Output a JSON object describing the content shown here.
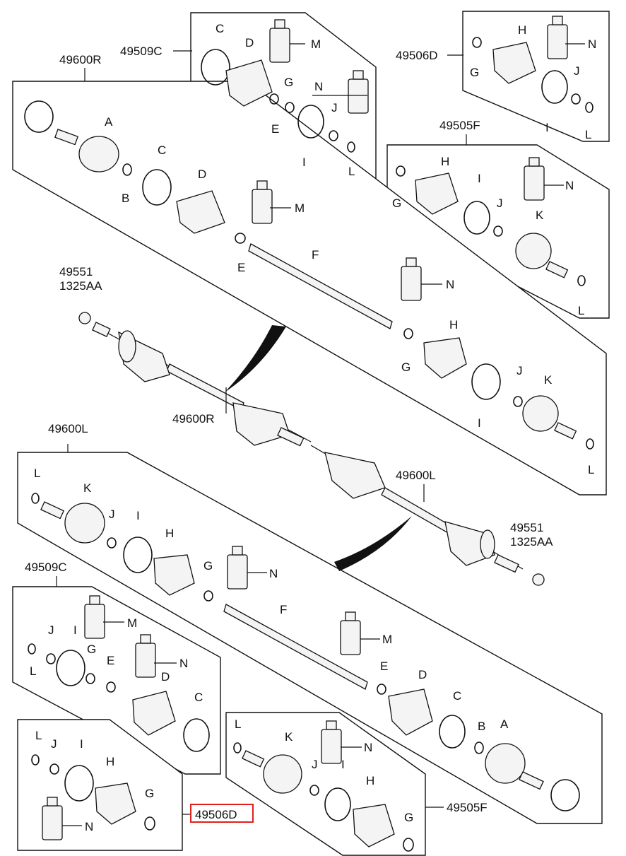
{
  "labels": {
    "r_assy_top": "49600R",
    "r_assy_mid": "49600R",
    "l_assy_top": "49600L",
    "l_assy_mid": "49600L",
    "kit_49509c_top": "49509C",
    "kit_49509c_bottom": "49509C",
    "kit_49506d_top": "49506D",
    "kit_49506d_bottom": "49506D",
    "kit_49505f_top": "49505F",
    "kit_49505f_bottom": "49505F",
    "nut_top_1": "49551",
    "nut_top_2": "1325AA",
    "nut_bottom_1": "49551",
    "nut_bottom_2": "1325AA"
  },
  "letters": {
    "A": "A",
    "B": "B",
    "C": "C",
    "D": "D",
    "E": "E",
    "F": "F",
    "G": "G",
    "H": "H",
    "I": "I",
    "J": "J",
    "K": "K",
    "L": "L",
    "M": "M",
    "N": "N"
  },
  "highlight_color": "#e0201b"
}
